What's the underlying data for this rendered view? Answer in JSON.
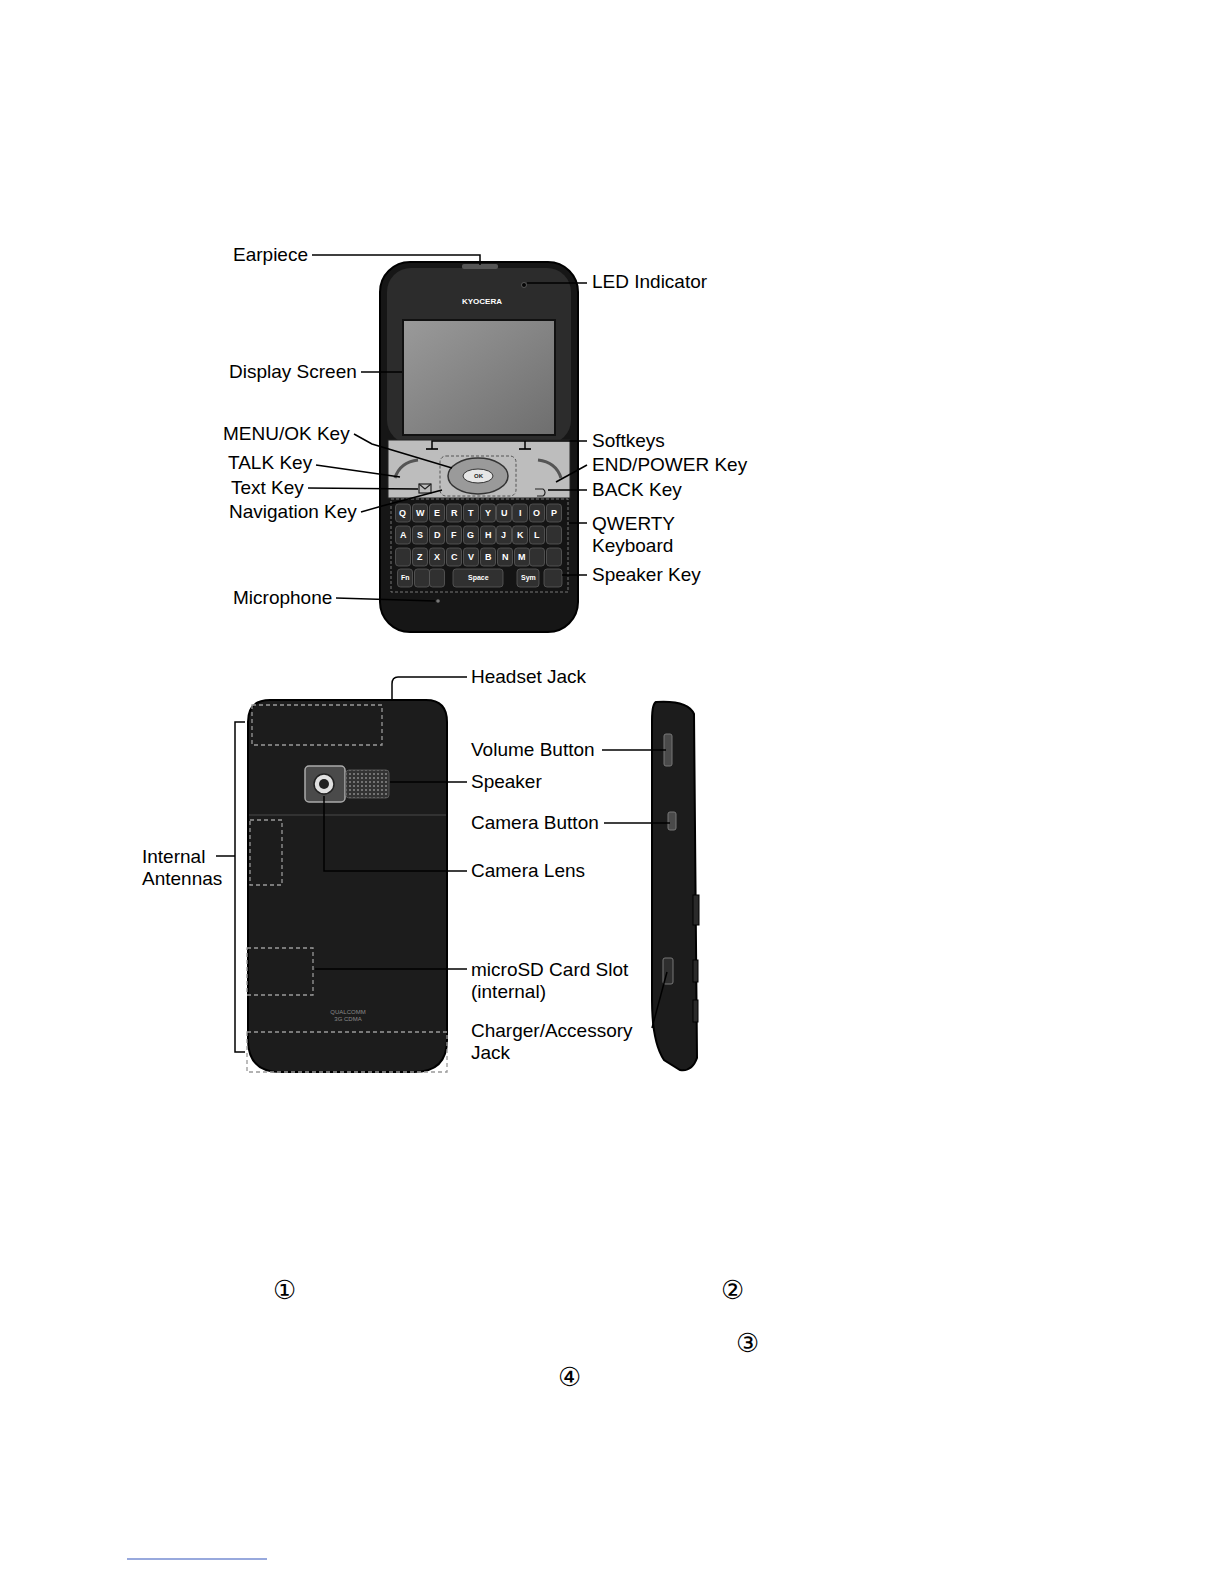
{
  "diagram": {
    "labels": [
      "Earpiece",
      "LED Indicator",
      "Display Screen",
      "MENU/OK Key",
      "Softkeys",
      "TALK Key",
      "END/POWER Key",
      "Text Key",
      "BACK Key",
      "Navigation Key",
      "QWERTY Keyboard",
      "Speaker Key",
      "Microphone",
      "Headset Jack",
      "Volume Button",
      "Speaker",
      "Camera Button",
      "Internal Antennas",
      "Camera Lens",
      "microSD Card Slot (internal)",
      "Charger/Accessory Jack",
      "①",
      "②",
      "③",
      "④",
      "KYOCERA",
      "OK",
      "QUALCOMM 3G CDMA",
      "Q",
      "W",
      "E",
      "R",
      "T",
      "Y",
      "U",
      "I",
      "O",
      "P",
      "A",
      "S",
      "D",
      "F",
      "G",
      "H",
      "J",
      "K",
      "L",
      "Z",
      "X",
      "C",
      "V",
      "B",
      "N",
      "M",
      "Fn",
      "Space",
      "Sym"
    ]
  }
}
